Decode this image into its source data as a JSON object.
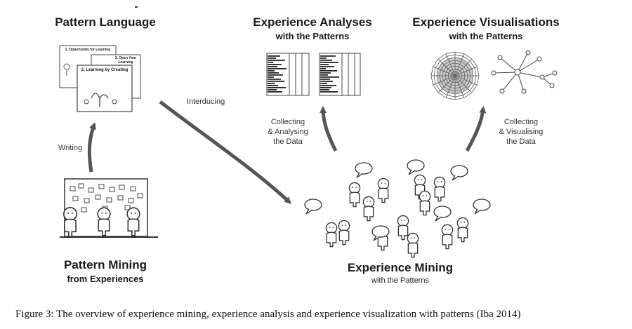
{
  "pattern_language": {
    "title": "Pattern Language",
    "cards": [
      "1. Opportunity for Learning",
      "3. Open Your Learning",
      "2. Learning by Creating"
    ]
  },
  "experience_analyses": {
    "title": "Experience Analyses",
    "subtitle": "with the Patterns"
  },
  "experience_visualisations": {
    "title": "Experience Visualisations",
    "subtitle": "with the Patterns"
  },
  "pattern_mining": {
    "title": "Pattern Mining",
    "subtitle": "from Experiences"
  },
  "experience_mining": {
    "title": "Experience Mining",
    "subtitle": "with the Patterns"
  },
  "arrows": {
    "writing": "Writing",
    "introducing": "Interducing",
    "collecting_analysing": [
      "Collecting",
      "& Analysing",
      "the Data"
    ],
    "collecting_visualising": [
      "Collecting",
      "& Visualising",
      "the Data"
    ]
  },
  "caption": "Figure 3: The overview of experience mining, experience analysis and experience visualization with patterns (Iba 2014)"
}
